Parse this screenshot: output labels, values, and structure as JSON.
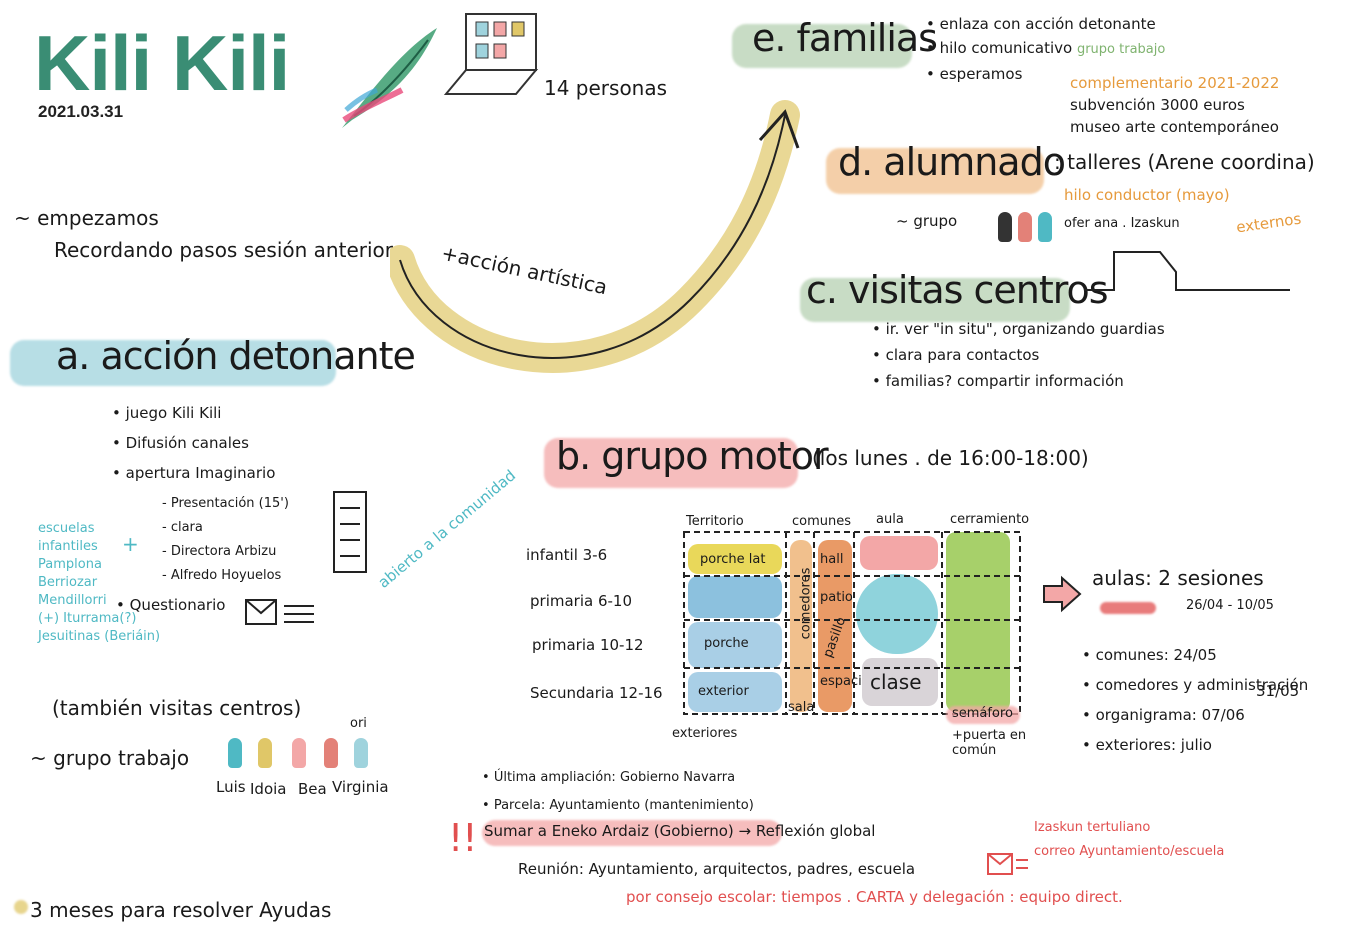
{
  "header": {
    "title": "Kili Kili",
    "date": "2021.03.31",
    "people": "14 personas"
  },
  "start": {
    "label": "empezamos",
    "text": "Recordando pasos sesión anterior"
  },
  "arrow_label": "+acción artística",
  "section_a": {
    "title": "a. acción detonante",
    "items": [
      "juego Kili Kili",
      "Difusión canales",
      "apertura Imaginario"
    ],
    "sub_items": [
      "Presentación (15')",
      "clara",
      "Directora Arbizu",
      "Alfredo Hoyuelos"
    ],
    "side_note": "abierto a la comunidad",
    "left_list": [
      "escuelas",
      "infantiles",
      "Pamplona",
      "Berriozar",
      "Mendillorri",
      "(+) Iturrama(?)",
      "Jesuitinas (Beriáin)"
    ],
    "plus": "+",
    "questionnaire": "Questionario",
    "also": "(también visitas centros)",
    "group_label": "grupo trabajo",
    "group_names": [
      "Luis",
      "Idoia",
      "Bea",
      "Virginia"
    ],
    "group_extra": "ori",
    "bottom_note": "3 meses para resolver Ayudas"
  },
  "section_b": {
    "title": "b. grupo motor",
    "schedule": "(los lunes . de 16:00-18:00)",
    "columns": [
      "Territorio",
      "comunes",
      "aula",
      "cerramiento"
    ],
    "rows": [
      "infantil 3-6",
      "primaria 6-10",
      "primaria 10-12",
      "Secundaria 12-16"
    ],
    "cells": {
      "porche_lat": "porche lat",
      "comedores": "comedores",
      "hall": "hall",
      "patio": "patio",
      "pasillo": "pasillo",
      "porche": "porche",
      "exterior": "exterior",
      "espacios": "espacios",
      "clase": "clase",
      "sala": "sala"
    },
    "below_left": "exteriores",
    "below_right": "semáforo",
    "below_right2": "+puerta en común",
    "aulas_title": "aulas: 2 sesiones",
    "aulas_dates": "26/04 - 10/05",
    "schedule_items": [
      "comunes: 24/05",
      "comedores y administración",
      "organigrama: 07/06",
      "exteriores: julio"
    ],
    "schedule_extra": "31/05",
    "notes": [
      "Última ampliación: Gobierno Navarra",
      "Parcela: Ayuntamiento (mantenimiento)",
      "Sumar a Eneko Ardaiz (Gobierno) → Reflexión global"
    ],
    "reunion": "Reunión: Ayuntamiento, arquitectos, padres, escuela",
    "red_note1": "Izaskun tertuliano",
    "red_note2": "correo Ayuntamiento/escuela",
    "consejo": "por consejo escolar: tiempos . CARTA y delegación : equipo direct."
  },
  "section_c": {
    "title": "c. visitas centros",
    "items": [
      "ir. ver \"in situ\", organizando guardias",
      "clara para contactos",
      "familias? compartir información"
    ]
  },
  "section_d": {
    "title": "d. alumnado",
    "subtitle": ": talleres (Arene coordina)",
    "hilo": "hilo conductor (mayo)",
    "grupo": "grupo",
    "grupo_names": "ofer ana . Izaskun",
    "external": "externos",
    "complement": "complementario 2021-2022",
    "subvencion": "subvención 3000 euros",
    "museo": "museo arte contemporáneo"
  },
  "section_e": {
    "title": "e. familias",
    "items": [
      "enlaza con acción detonante",
      "hilo comunicativo",
      "esperamos"
    ],
    "extra": "grupo trabajo"
  },
  "colors": {
    "green": "#3a8d74",
    "teal": "#9fd3dd",
    "yellow": "#e0c768",
    "pink": "#f3a7a7",
    "orange": "#f1c08d",
    "sage": "#b6d1b2"
  }
}
